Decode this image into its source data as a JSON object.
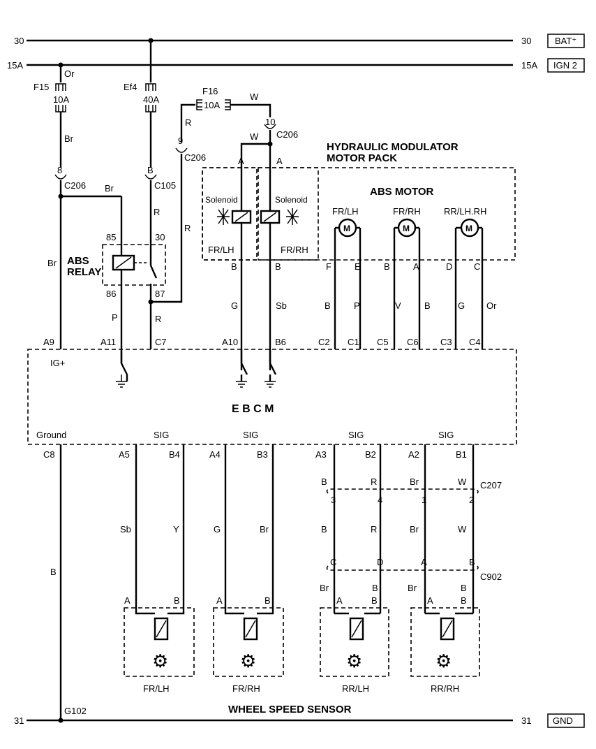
{
  "rails": {
    "bat": {
      "num_left": "30",
      "num_right": "30",
      "label": "BAT⁺"
    },
    "ign": {
      "num_left": "15A",
      "num_right": "15A",
      "label": "IGN 2"
    },
    "gnd": {
      "num_left": "31",
      "num_right": "31",
      "label": "GND"
    }
  },
  "fuses": {
    "f15": {
      "name": "F15",
      "rating": "10A"
    },
    "ef4": {
      "name": "Ef4",
      "rating": "40A"
    },
    "f16": {
      "name": "F16",
      "rating": "10A"
    }
  },
  "connectors": {
    "c206_8": {
      "pin": "8",
      "name": "C206"
    },
    "c105_b": {
      "pin": "B",
      "name": "C105"
    },
    "c206_9": {
      "pin": "9",
      "name": "C206"
    },
    "c206_10": {
      "pin": "10",
      "name": "C206"
    },
    "c207": "C207",
    "c902": "C902"
  },
  "wires": {
    "or": "Or",
    "br": "Br",
    "r": "R",
    "w": "W",
    "p": "P",
    "g": "G",
    "sb": "Sb",
    "b": "B",
    "v": "V",
    "y": "Y",
    "a": "A"
  },
  "relay": {
    "title_line1": "ABS",
    "title_line2": "RELAY",
    "pins": [
      "85",
      "30",
      "86",
      "87"
    ]
  },
  "modulator": {
    "title_line1": "HYDRAULIC MODULATOR",
    "title_line2": "MOTOR PACK",
    "motor_title": "ABS MOTOR",
    "solenoid": "Solenoid",
    "fr_lh": "FR/LH",
    "fr_rh": "FR/RH",
    "rr": "RR/LH.RH",
    "motor_glyph": "M",
    "pins": [
      "A",
      "A",
      "B",
      "B",
      "F",
      "E",
      "B",
      "A",
      "D",
      "C"
    ]
  },
  "ebcm": {
    "title": "E B C M",
    "ig_label": "IG+",
    "ground_label": "Ground",
    "sig": "SIG",
    "top_pins": [
      "A9",
      "A11",
      "C7",
      "A10",
      "B6",
      "C2",
      "C1",
      "C5",
      "C6",
      "C3",
      "C4"
    ],
    "bottom_pins": [
      "C8",
      "A5",
      "B4",
      "A4",
      "B3",
      "A3",
      "B2",
      "A2",
      "B1"
    ]
  },
  "conn_pins": {
    "c207": [
      "3",
      "4",
      "1",
      "2"
    ],
    "c902": [
      "C",
      "D",
      "A",
      "B"
    ]
  },
  "sensors": {
    "title": "WHEEL SPEED SENSOR",
    "labels": [
      "FR/LH",
      "FR/RH",
      "RR/LH",
      "RR/RH"
    ]
  },
  "ground_point": "G102"
}
